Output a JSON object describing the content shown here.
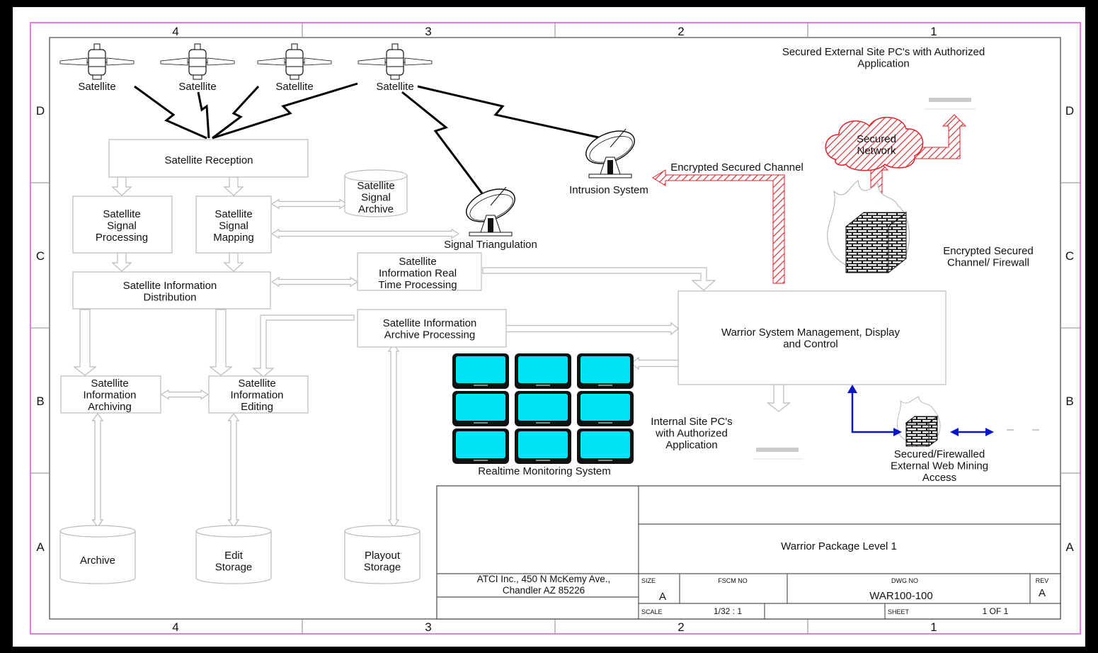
{
  "zones": {
    "top": [
      "4",
      "3",
      "2",
      "1"
    ],
    "bottom": [
      "4",
      "3",
      "2",
      "1"
    ],
    "left": [
      "D",
      "C",
      "B",
      "A"
    ],
    "right": [
      "D",
      "C",
      "B",
      "A"
    ]
  },
  "satellites": [
    "Satellite",
    "Satellite",
    "Satellite",
    "Satellite"
  ],
  "boxes": {
    "reception": "Satellite Reception",
    "processing": [
      "Satellite",
      "Signal",
      "Processing"
    ],
    "mapping": [
      "Satellite",
      "Signal",
      "Mapping"
    ],
    "distribution": [
      "Satellite Information",
      "Distribution"
    ],
    "realtime": [
      "Satellite",
      "Information Real",
      "Time Processing"
    ],
    "archive_processing": [
      "Satellite Information",
      "Archive Processing"
    ],
    "archiving": [
      "Satellite",
      "Information",
      "Archiving"
    ],
    "editing": [
      "Satellite",
      "Information",
      "Editing"
    ],
    "warrior": [
      "Warrior System Management, Display",
      "and Control"
    ]
  },
  "storage": {
    "signal_archive": [
      "Satellite",
      "Signal",
      "Archive"
    ],
    "archive": [
      "Archive"
    ],
    "edit": [
      "Edit",
      "Storage"
    ],
    "playout": [
      "Playout",
      "Storage"
    ]
  },
  "labels": {
    "triangulation": "Signal Triangulation",
    "intrusion": "Intrusion System",
    "encrypted_channel": "Encrypted Secured Channel",
    "external_pcs": [
      "Secured External Site PC's with Authorized",
      "Application"
    ],
    "network": [
      "Secured",
      "Network"
    ],
    "firewall": [
      "Encrypted Secured",
      "Channel/ Firewall"
    ],
    "internal_pcs": [
      "Internal Site PC's",
      "with Authorized",
      "Application"
    ],
    "monitoring": "Realtime Monitoring System",
    "web_mining": [
      "Secured/Firewalled",
      "External Web Mining",
      "Access"
    ]
  },
  "title_block": {
    "company": [
      "ATCI Inc., 450 N McKemy Ave.,",
      "Chandler AZ 85226"
    ],
    "title": "Warrior Package Level 1",
    "size_label": "SIZE",
    "size": "A",
    "fscm_label": "FSCM NO",
    "dwg_label": "DWG NO",
    "dwg": "WAR100-100",
    "rev_label": "REV",
    "rev": "A",
    "scale_label": "SCALE",
    "scale": "1/32 : 1",
    "sheet_label": "SHEET",
    "sheet": "1  OF  1"
  },
  "colors": {
    "frame": "#e87ae8",
    "monitor_screen": "#00e5f5",
    "hatch": "#e0202a",
    "blue_arrow": "#0a14c8"
  }
}
